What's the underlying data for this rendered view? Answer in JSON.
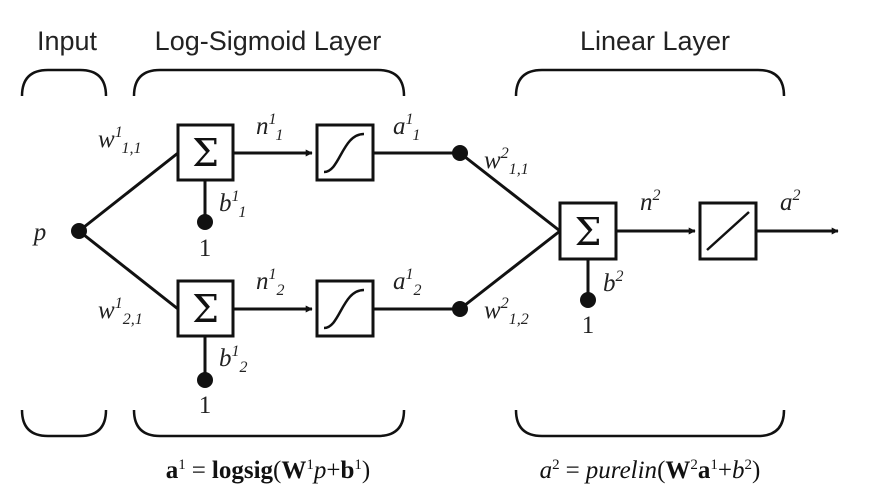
{
  "headers": {
    "input": "Input",
    "logsig_layer": "Log-Sigmoid Layer",
    "linear_layer": "Linear Layer"
  },
  "input_label": "p",
  "layer1": {
    "weights": [
      {
        "base": "w",
        "sup": "1",
        "sub": "1,1"
      },
      {
        "base": "w",
        "sup": "1",
        "sub": "2,1"
      }
    ],
    "net_inputs": [
      {
        "base": "n",
        "sup": "1",
        "sub": "1"
      },
      {
        "base": "n",
        "sup": "1",
        "sub": "2"
      }
    ],
    "biases": [
      {
        "base": "b",
        "sup": "1",
        "sub": "1"
      },
      {
        "base": "b",
        "sup": "1",
        "sub": "2"
      }
    ],
    "outputs": [
      {
        "base": "a",
        "sup": "1",
        "sub": "1"
      },
      {
        "base": "a",
        "sup": "1",
        "sub": "2"
      }
    ],
    "bias_input": "1",
    "sum_symbol": "Σ"
  },
  "layer2": {
    "weights": [
      {
        "base": "w",
        "sup": "2",
        "sub": "1,1"
      },
      {
        "base": "w",
        "sup": "2",
        "sub": "1,2"
      }
    ],
    "net_input": {
      "base": "n",
      "sup": "2"
    },
    "bias": {
      "base": "b",
      "sup": "2"
    },
    "output": {
      "base": "a",
      "sup": "2"
    },
    "bias_input": "1",
    "sum_symbol": "Σ"
  },
  "equations": {
    "layer1": {
      "lhs_base": "a",
      "lhs_sup": "1",
      "equals": "=",
      "func": "logsig",
      "open": "(",
      "w": "W",
      "w_sup": "1",
      "input": "p",
      "plus": "+",
      "b": "b",
      "b_sup": "1",
      "close": ")"
    },
    "layer2": {
      "lhs_base": "a",
      "lhs_sup": "2",
      "equals": "=",
      "func": "purelin",
      "open": "(",
      "w": "W",
      "w_sup": "2",
      "a": "a",
      "a_sup": "1",
      "plus": "+",
      "b": "b",
      "b_sup": "2",
      "close": ")"
    }
  }
}
